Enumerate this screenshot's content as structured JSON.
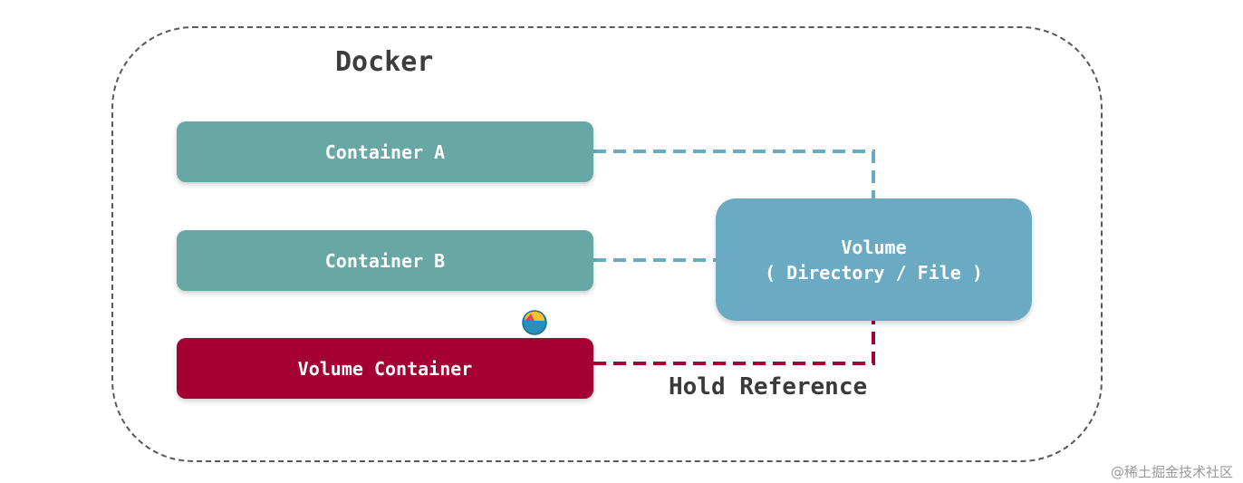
{
  "diagram": {
    "title": "Docker",
    "containers": [
      {
        "label": "Container A"
      },
      {
        "label": "Container B"
      },
      {
        "label": "Volume Container"
      }
    ],
    "volume": {
      "line1": "Volume",
      "line2": "( Directory / File )"
    },
    "hold_reference_label": "Hold Reference"
  },
  "watermark": "@稀土掘金技术社区",
  "colors": {
    "container": "#67a8a5",
    "volume_container": "#a40033",
    "volume": "#6aaac3",
    "connector_blue": "#6aaac3",
    "connector_red": "#a40033",
    "frame": "#5a5a5a"
  },
  "icons": {
    "badge": "emoji-badge-icon"
  }
}
